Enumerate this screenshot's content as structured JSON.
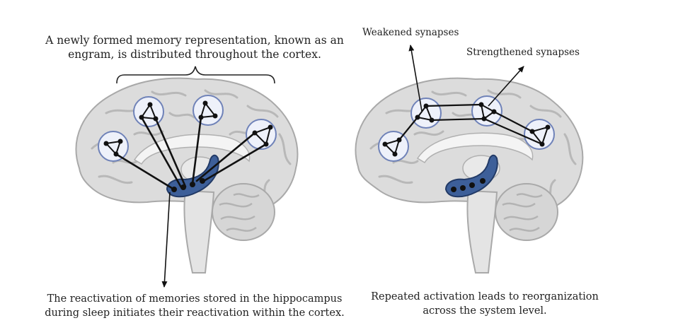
{
  "captions": {
    "engram_line1": "A newly formed memory representation, known as an",
    "engram_line2": "engram, is distributed throughout the cortex.",
    "reactivation_line1": "The reactivation of memories stored in the hippocampus",
    "reactivation_line2": "during sleep initiates their reactivation within the cortex.",
    "reorganization_line1": "Repeated activation leads to reorganization",
    "reorganization_line2": "across the system level."
  },
  "labels": {
    "weakened": "Weakened synapses",
    "strengthened": "Strengthened synapses"
  },
  "colors": {
    "brain_fill": "#dcdcdc",
    "brain_fold": "#c4c4c4",
    "brain_stroke": "#a9a9a9",
    "hippocampus": "#3d5f99",
    "hippocampus_dark": "#223a66",
    "engram_circle": "#eef1fa",
    "engram_stroke": "#6f82b8",
    "lines": "#111111"
  }
}
